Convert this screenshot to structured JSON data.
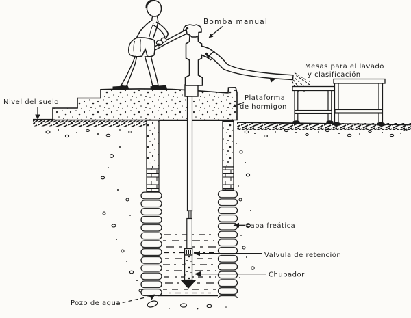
{
  "colors": {
    "paper": "#fcfbf8",
    "ink": "#1b1b1b"
  },
  "labels": {
    "bomba_manual": "Bomba manual",
    "mesas_lavado_line1": "Mesas para el lavado",
    "mesas_lavado_line2": "y clasificación",
    "nivel_del_suelo": "Nivel del suelo",
    "plataforma_line1": "Plataforma",
    "plataforma_line2": "de hormigon",
    "capa_freatica": "Capa freática",
    "valvula_retencion": "Válvula de retención",
    "chupador": "Chupador",
    "pozo_de_agua": "Pozo de agua"
  }
}
